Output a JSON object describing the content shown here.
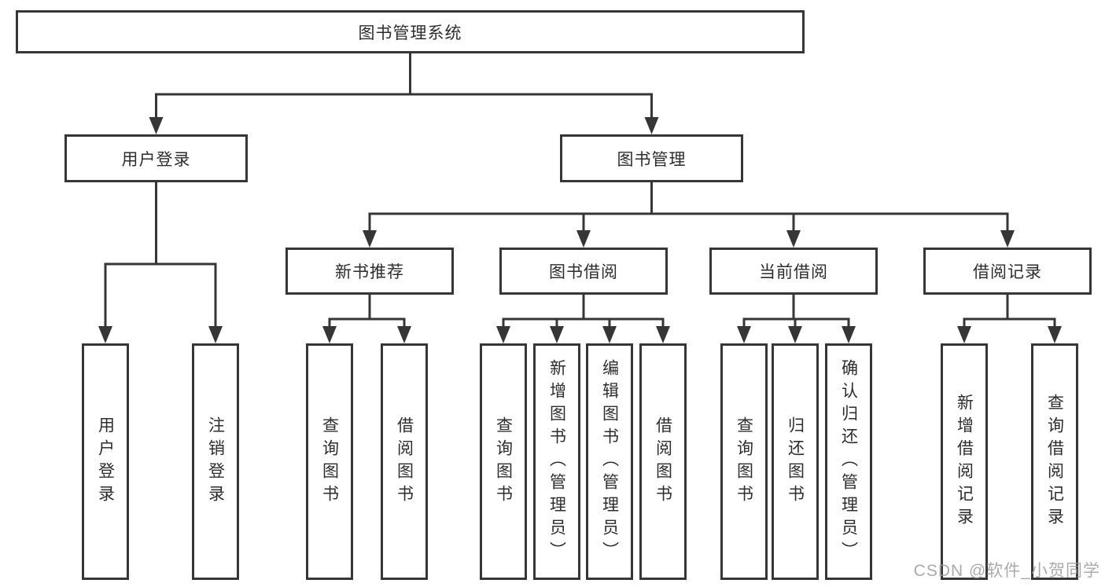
{
  "colors": {
    "line": "#363636",
    "text": "#2d2d2d",
    "watermark": "#9c9c9c",
    "box_fill": "#ffffff"
  },
  "watermark": "CSDN @软件_小贺同学",
  "tree": {
    "label": "图书管理系统",
    "children": [
      {
        "label": "用户登录",
        "children": [
          {
            "label": "用户登录"
          },
          {
            "label": "注销登录"
          }
        ]
      },
      {
        "label": "图书管理",
        "children": [
          {
            "label": "新书推荐",
            "children": [
              {
                "label": "查询图书"
              },
              {
                "label": "借阅图书"
              }
            ]
          },
          {
            "label": "图书借阅",
            "children": [
              {
                "label": "查询图书"
              },
              {
                "label": "新增图书（管理员）"
              },
              {
                "label": "编辑图书（管理员）"
              },
              {
                "label": "借阅图书"
              }
            ]
          },
          {
            "label": "当前借阅",
            "children": [
              {
                "label": "查询图书"
              },
              {
                "label": "归还图书"
              },
              {
                "label": "确认归还（管理员）"
              }
            ]
          },
          {
            "label": "借阅记录",
            "children": [
              {
                "label": "新增借阅记录"
              },
              {
                "label": "查询借阅记录"
              }
            ]
          }
        ]
      }
    ]
  }
}
